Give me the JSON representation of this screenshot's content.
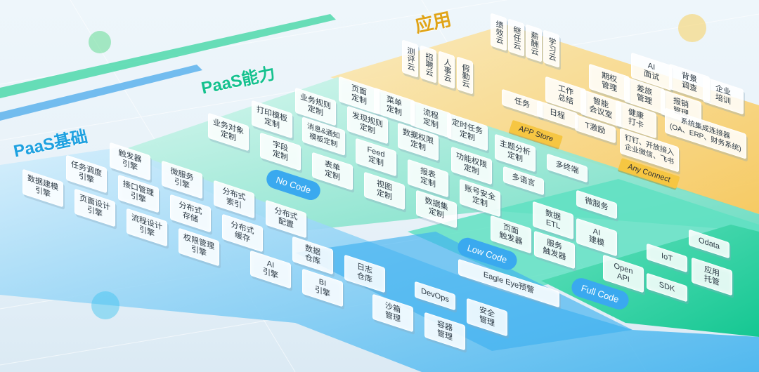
{
  "colors": {
    "app_layer": "#f7d98a",
    "nocode_layer": "#7ee6c8",
    "base_layer": "#69c7f0",
    "full_layer": "#3ed7b0",
    "badge_blue": "#38a6f0"
  },
  "headings": {
    "app": "应用",
    "paas_ability": "PaaS能力",
    "paas_base": "PaaS基础"
  },
  "badges": {
    "nocode": "No Code",
    "lowcode": "Low Code",
    "fullcode": "Full Code"
  },
  "app_tags": {
    "app_store": "APP Store",
    "any_connect": "Any Connect"
  },
  "app_tiles_vertical": [
    "绩效云",
    "继任云",
    "薪酬云",
    "学习云",
    "测评云",
    "招聘云",
    "人事云",
    "假勤云"
  ],
  "app_tiles": [
    "AI\n面试",
    "背景\n调查",
    "期权\n管理",
    "差旅\n管理",
    "企业\n培训",
    "工作\n总结",
    "智能\n会议室",
    "报销\n管理",
    "任务",
    "日程",
    "健康\n打卡",
    "T激励",
    "系统集成连接器\n(OA、ERP、财务系统)",
    "钉钉、开放接入\n企业微信、飞书"
  ],
  "nocode_tiles": [
    "页面\n定制",
    "菜单\n定制",
    "业务规则\n定制",
    "流程\n定制",
    "打印模板\n定制",
    "发现规则\n定制",
    "定时任务\n定制",
    "业务对象\n定制",
    "消息&通知\n模板定制",
    "数据权限\n定制",
    "主题分析\n定制",
    "字段\n定制",
    "Feed\n定制",
    "功能权限\n定制",
    "多终端",
    "表单\n定制",
    "报表\n定制",
    "多语言",
    "视图\n定制",
    "账号安全\n定制",
    "数据集\n定制"
  ],
  "lowcode_tiles": [
    "微服务",
    "数据\nETL",
    "AI\n建模",
    "页面\n触发器",
    "服务\n触发器"
  ],
  "fullcode_tiles": [
    "Odata",
    "IoT",
    "应用\n托管",
    "Open\nAPI",
    "SDK"
  ],
  "base_tiles": [
    "触发器\n引擎",
    "任务调度\n引擎",
    "微服务\n引擎",
    "数据建模\n引擎",
    "接口管理\n引擎",
    "分布式\n索引",
    "页面设计\n引擎",
    "分布式\n存储",
    "分布式\n配置",
    "流程设计\n引擎",
    "分布式\n缓存",
    "权限管理\n引擎",
    "数据\n仓库",
    "AI\n引擎",
    "日志\n仓库",
    "BI\n引擎",
    "Eagle Eye预警",
    "DevOps",
    "沙箱\n管理",
    "安全\n管理",
    "容器\n管理"
  ]
}
